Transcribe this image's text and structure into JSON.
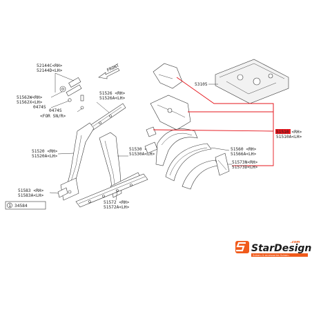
{
  "colors": {
    "highlight": "#e5141b",
    "line": "#333333",
    "logo_orange": "#f05a1a",
    "logo_dark": "#1a1a1a"
  },
  "front_arrow": {
    "label": "FRONT"
  },
  "callouts": {
    "c52144": [
      "52144C<RH>",
      "52144D<LH>"
    ],
    "c51562": [
      "51562W<RH>",
      "51562X<LH>",
      "0474S"
    ],
    "c0474s_b": [
      "0474S",
      "<FOR SN/R>"
    ],
    "c51526": [
      "51526 <RH>",
      "51526A<LH>"
    ],
    "c53105": [
      "53105"
    ],
    "c51510": [
      "51510 <RH>",
      "51510A<LH>"
    ],
    "c51520": [
      "51520 <RH>",
      "51520A<LH>"
    ],
    "c51530": [
      "51530 <RH>",
      "51530A<LH>"
    ],
    "c51560": [
      "51560 <RH>",
      "51566A<LH>"
    ],
    "c51573": [
      "51573N<RH>",
      "51573D<LH>"
    ],
    "c51583": [
      "51583 <RH>",
      "51583A<LH>"
    ],
    "c51572": [
      "51572 <RH>",
      "51572A<LH>"
    ]
  },
  "legend": {
    "symbol": "1",
    "code": "34584"
  },
  "logo": {
    "brand": "StarDesign",
    "suffix": ".com",
    "tagline": "Subaru & accessories Subaru"
  }
}
